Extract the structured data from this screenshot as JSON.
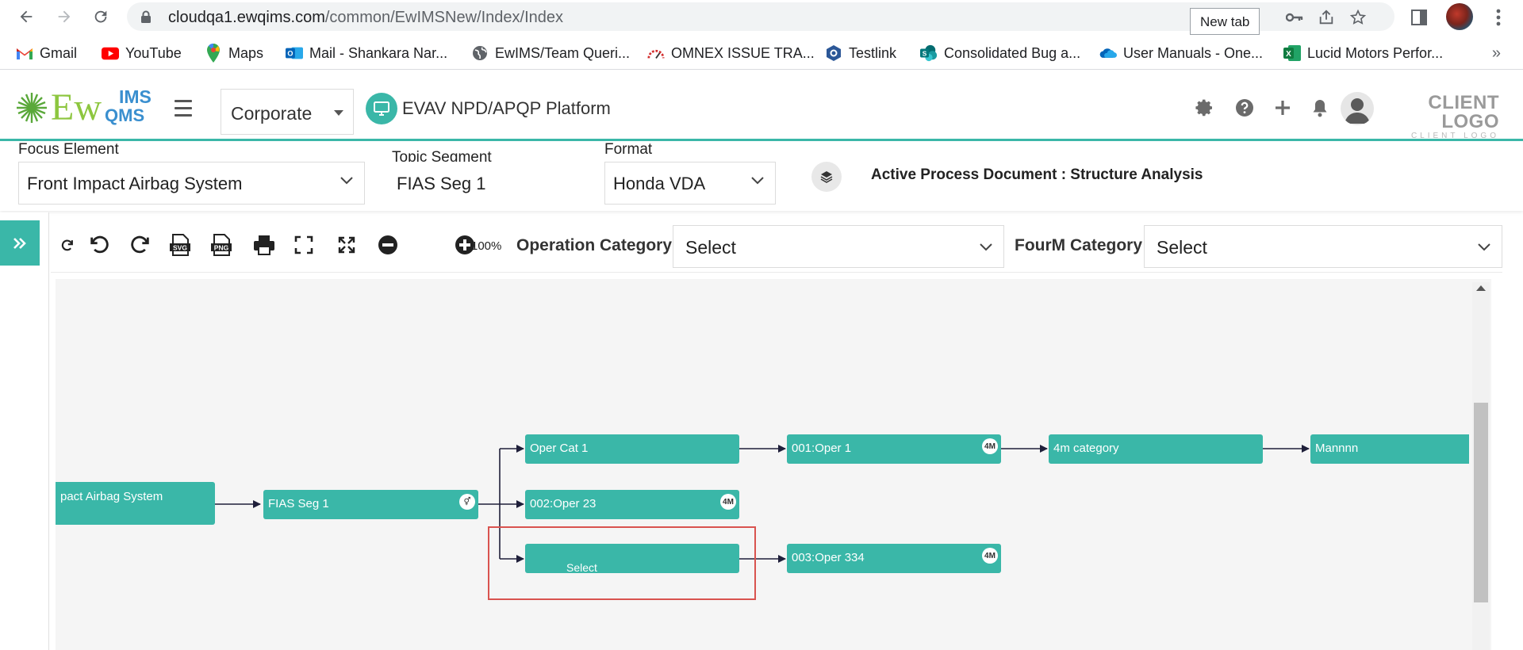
{
  "browser": {
    "url_host": "cloudqa1.ewqims.com",
    "url_path": "/common/EwIMSNew/Index/Index",
    "tooltip": "New tab",
    "bookmarks": [
      {
        "label": "Gmail",
        "icon": "gmail-icon"
      },
      {
        "label": "YouTube",
        "icon": "youtube-icon"
      },
      {
        "label": "Maps",
        "icon": "maps-icon"
      },
      {
        "label": "Mail - Shankara Nar...",
        "icon": "outlook-icon"
      },
      {
        "label": "EwIMS/Team Queri...",
        "icon": "globe-icon"
      },
      {
        "label": "OMNEX ISSUE TRA...",
        "icon": "gauge-icon"
      },
      {
        "label": "Testlink",
        "icon": "testlink-icon"
      },
      {
        "label": "Consolidated Bug a...",
        "icon": "sharepoint-icon"
      },
      {
        "label": "User Manuals - One...",
        "icon": "onedrive-icon"
      },
      {
        "label": "Lucid Motors Perfor...",
        "icon": "excel-icon"
      }
    ],
    "bookmarks_more": "»"
  },
  "header": {
    "logo_text_main": "Ew",
    "logo_text_top": "IMS",
    "logo_text_bottom": "QMS",
    "org_select": "Corporate",
    "platform_title": "EVAV NPD/APQP Platform",
    "client_logo_line1": "CLIENT LOGO",
    "client_logo_line2": "CLIENT LOGO"
  },
  "filters": {
    "focus_label": "Focus Element",
    "focus_value": "Front Impact Airbag System",
    "topic_label": "Topic Segment",
    "topic_value": "FIAS Seg 1",
    "format_label": "Format",
    "format_value": "Honda VDA",
    "active_doc": "Active Process Document : Structure Analysis"
  },
  "toolbar": {
    "zoom": "100%",
    "svg_label": "SVG",
    "png_label": "PNG",
    "operation_label": "Operation Category",
    "operation_value": "Select",
    "fourm_label": "FourM Category",
    "fourm_value": "Select"
  },
  "diagram": {
    "badge": "4M",
    "nodes": {
      "root": "pact Airbag System",
      "seg": "FIAS Seg 1",
      "opercat1": "Oper Cat 1",
      "oper1": "001:Oper 1",
      "category4m": "4m category",
      "mannnn": "Mannnn",
      "oper23": "002:Oper 23",
      "select": "Select",
      "oper334": "003:Oper 334"
    }
  },
  "colors": {
    "accent": "#3ab7a8",
    "selection": "#d9534f"
  }
}
